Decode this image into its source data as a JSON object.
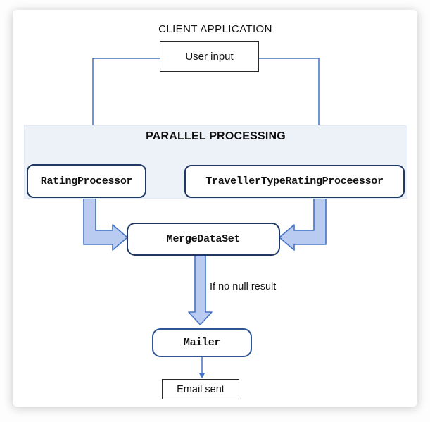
{
  "title": "CLIENT APPLICATION",
  "band": {
    "label": "PARALLEL PROCESSING"
  },
  "nodes": {
    "user_input": "User input",
    "rating_processor": "RatingProcessor",
    "traveller_processor": "TravellerTypeRatingProceessor",
    "merge_dataset": "MergeDataSet",
    "mailer": "Mailer",
    "email_sent": "Email sent"
  },
  "edges": {
    "condition_label": "If no null result"
  },
  "colors": {
    "connector_blue": "#4472C4",
    "block_arrow_fill": "#B9CBF0",
    "process_border": "#1F3864",
    "mailer_border": "#2E5597",
    "band_background": "#EDF2F9",
    "plain_box_border": "#2B2B2B"
  }
}
